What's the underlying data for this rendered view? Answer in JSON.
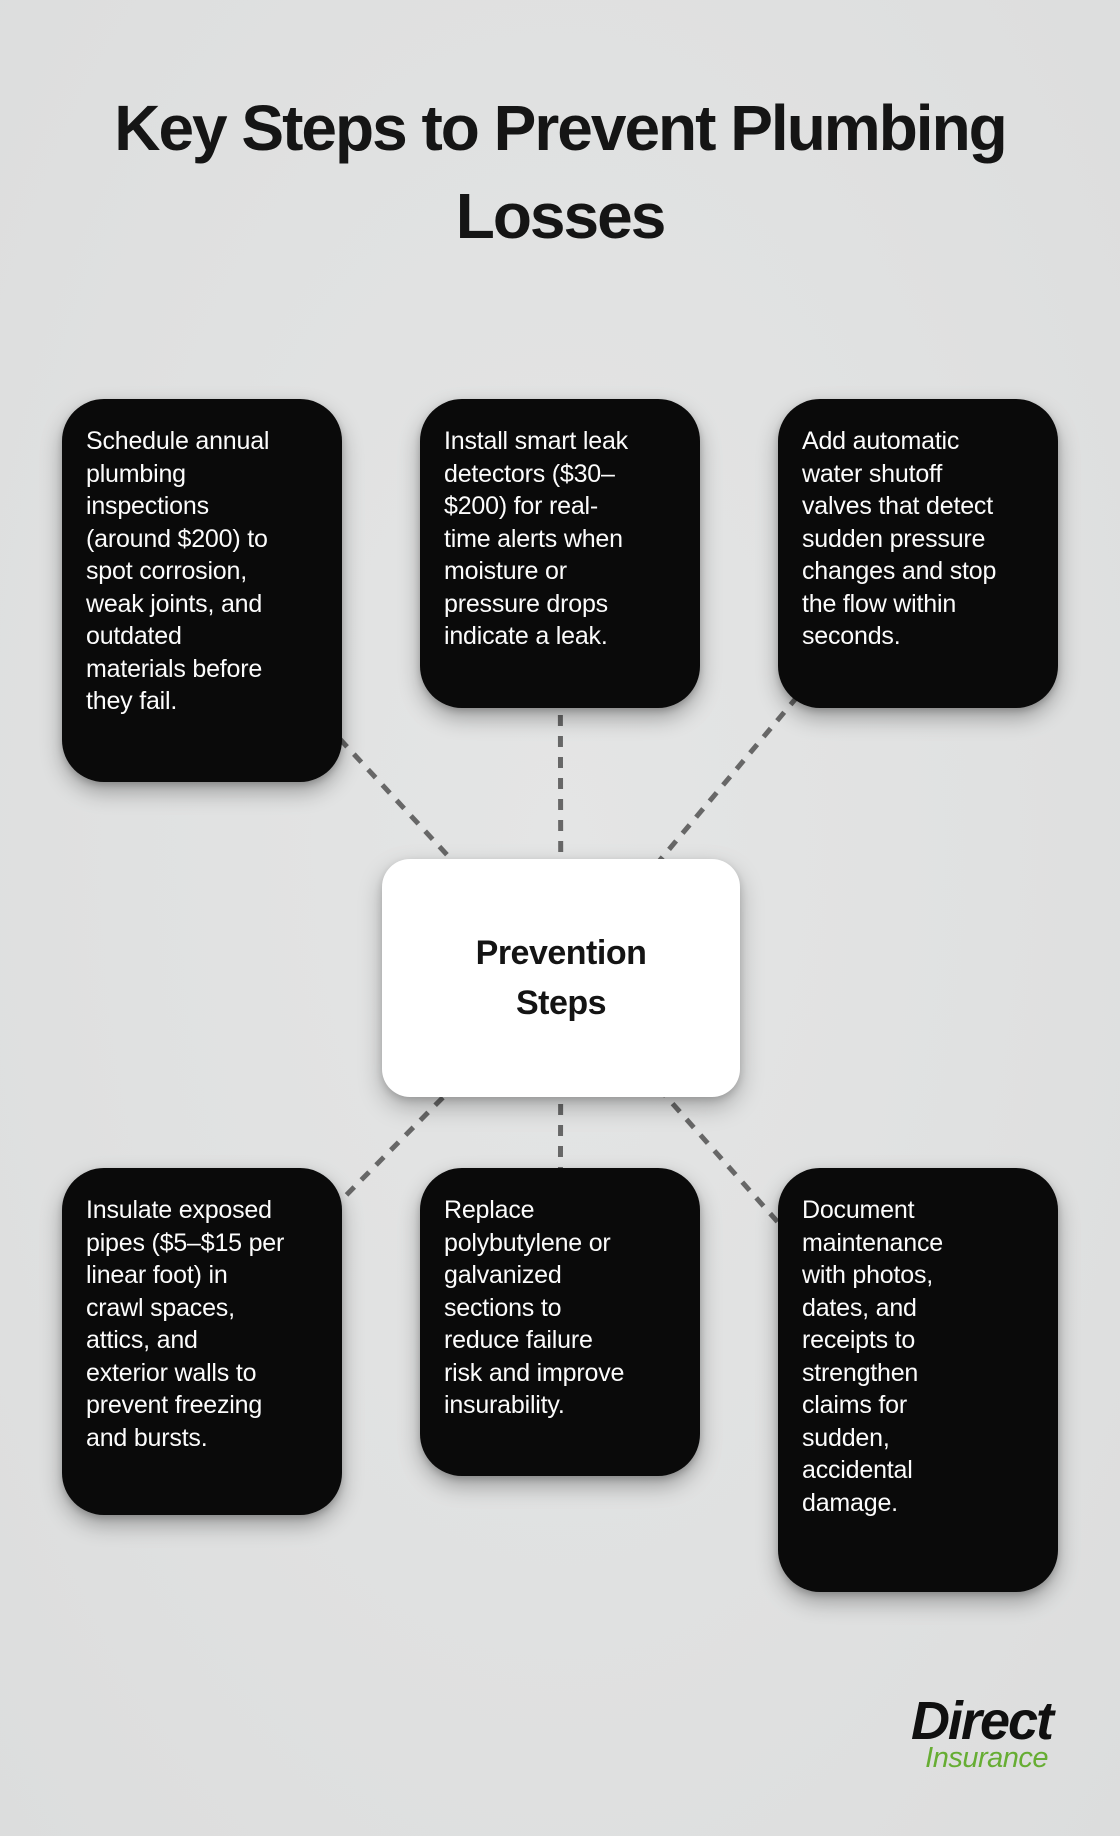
{
  "title": "Key Steps to Prevent Plumbing\nLosses",
  "center_label": "Prevention\nSteps",
  "steps": [
    "Schedule annual\nplumbing\ninspections\n(around $200) to\nspot corrosion,\nweak joints, and\noutdated\nmaterials before\nthey fail.",
    "Install smart leak\ndetectors ($30–\n$200) for real-\ntime alerts when\nmoisture or\npressure drops\nindicate a leak.",
    "Add automatic\nwater shutoff\nvalves that detect\nsudden pressure\nchanges and stop\nthe flow within\nseconds.",
    "Insulate exposed\npipes ($5–$15 per\nlinear foot) in\ncrawl spaces,\nattics, and\nexterior walls to\nprevent freezing\nand bursts.",
    "Replace\npolybutylene or\ngalvanized\nsections to\nreduce failure\nrisk and improve\ninsurability.",
    "Document\nmaintenance\nwith photos,\ndates, and\nreceipts to\nstrengthen\nclaims for\nsudden,\naccidental\ndamage."
  ],
  "logo": {
    "brand": "Direct",
    "sub": "Insurance"
  },
  "colors": {
    "background": "#e0e1e1",
    "step_box": "#0a0a0a",
    "step_text": "#fcfcfc",
    "center_box": "#ffffff",
    "center_text": "#141414",
    "connector": "#676767",
    "title": "#151515",
    "logo_brand": "#101010",
    "logo_green": "#66ad33"
  }
}
